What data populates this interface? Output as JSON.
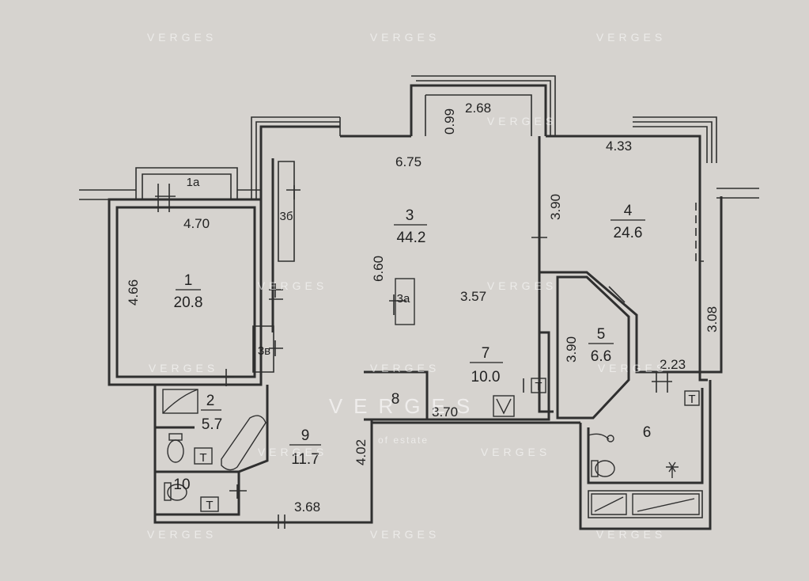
{
  "watermark": {
    "brand": "VERGES",
    "tagline": "of estate"
  },
  "rooms": [
    {
      "id": "1",
      "number": "1",
      "area": "20.8"
    },
    {
      "id": "1a",
      "number": "1a",
      "area": ""
    },
    {
      "id": "2",
      "number": "2",
      "area": "5.7"
    },
    {
      "id": "3",
      "number": "3",
      "area": "44.2"
    },
    {
      "id": "3a",
      "number": "3a",
      "area": ""
    },
    {
      "id": "3b",
      "number": "3б",
      "area": ""
    },
    {
      "id": "3v",
      "number": "3в",
      "area": ""
    },
    {
      "id": "4",
      "number": "4",
      "area": "24.6"
    },
    {
      "id": "5",
      "number": "5",
      "area": "6.6"
    },
    {
      "id": "6",
      "number": "6",
      "area": ""
    },
    {
      "id": "7",
      "number": "7",
      "area": "10.0"
    },
    {
      "id": "8",
      "number": "8",
      "area": ""
    },
    {
      "id": "9",
      "number": "9",
      "area": "11.7"
    },
    {
      "id": "10",
      "number": "10",
      "area": ""
    }
  ],
  "dimensions": {
    "r1_width": "4.70",
    "r1_height": "4.66",
    "r3_top": "6.75",
    "r3_height": "6.60",
    "r3_inner": "3.57",
    "bay_top": "2.68",
    "bay_side": "0.99",
    "r4_top": "4.33",
    "r4_left": "3.90",
    "r4_right": "3.08",
    "r5_height": "3.90",
    "r6_top": "2.23",
    "r7_bottom": "3.70",
    "r9_left": "4.02",
    "r9_bottom": "3.68"
  }
}
